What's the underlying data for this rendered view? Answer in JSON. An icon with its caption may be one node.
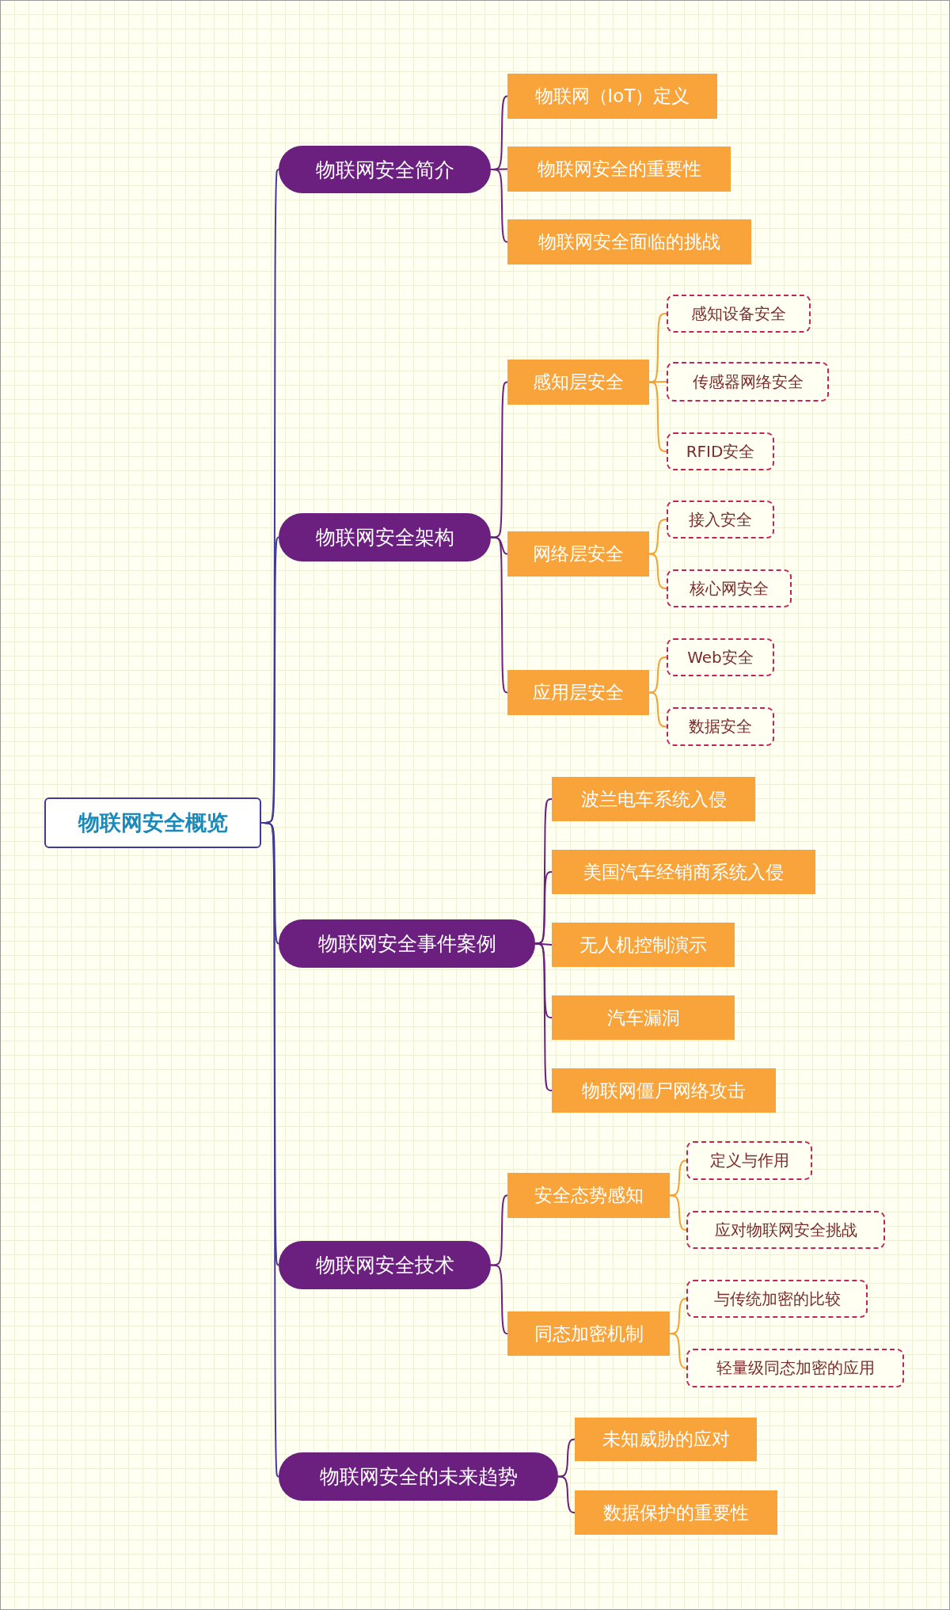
{
  "diagram": {
    "nodes": [
      {
        "text": [
          "物联网安全概览"
        ]
      },
      {
        "text": [
          "物联网安全简介"
        ]
      },
      {
        "text": [
          "物联网（IoT）定义"
        ]
      },
      {
        "text": [
          "物联网安全的重要性"
        ]
      },
      {
        "text": [
          "物联网安全面临的挑战"
        ]
      },
      {
        "text": [
          "物联网安全架构"
        ]
      },
      {
        "text": [
          "感知层安全"
        ]
      },
      {
        "text": [
          "感知设备安全"
        ]
      },
      {
        "text": [
          "传感器网络安全"
        ]
      },
      {
        "text": [
          "RFID安全"
        ]
      },
      {
        "text": [
          "网络层安全"
        ]
      },
      {
        "text": [
          "接入安全"
        ]
      },
      {
        "text": [
          "核心网安全"
        ]
      },
      {
        "text": [
          "应用层安全"
        ]
      },
      {
        "text": [
          "Web安全"
        ]
      },
      {
        "text": [
          "数据安全"
        ]
      },
      {
        "text": [
          "物联网安全事件案例"
        ]
      },
      {
        "text": [
          "波兰电车系统入侵"
        ]
      },
      {
        "text": [
          "美国汽车经销商系统入侵"
        ]
      },
      {
        "text": [
          "无人机控制演示"
        ]
      },
      {
        "text": [
          "汽车漏洞"
        ]
      },
      {
        "text": [
          "物联网僵尸网络攻击"
        ]
      },
      {
        "text": [
          "物联网安全技术"
        ]
      },
      {
        "text": [
          "安全态势感知"
        ]
      },
      {
        "text": [
          "定义与作用"
        ]
      },
      {
        "text": [
          "应对物联网安全挑战"
        ]
      },
      {
        "text": [
          "同态加密机制"
        ]
      },
      {
        "text": [
          "与传统加密的比较"
        ]
      },
      {
        "text": [
          "轻量级同态加密的应用"
        ]
      },
      {
        "text": [
          "物联网安全的未来趋势"
        ]
      },
      {
        "text": [
          "未知威胁的应对"
        ]
      },
      {
        "text": [
          "数据保护的重要性"
        ]
      }
    ],
    "edges": [
      {
        "from": 0,
        "to": 1,
        "arrow": "none",
        "color": "#3f3a95"
      },
      {
        "from": 0,
        "to": 5,
        "arrow": "none",
        "color": "#3f3a95"
      },
      {
        "from": 0,
        "to": 16,
        "arrow": "none",
        "color": "#3f3a95"
      },
      {
        "from": 0,
        "to": 22,
        "arrow": "none",
        "color": "#3f3a95"
      },
      {
        "from": 0,
        "to": 29,
        "arrow": "none",
        "color": "#3f3a95"
      },
      {
        "from": 1,
        "to": 2,
        "arrow": "none"
      },
      {
        "from": 1,
        "to": 3,
        "arrow": "none"
      },
      {
        "from": 1,
        "to": 4,
        "arrow": "none"
      },
      {
        "from": 5,
        "to": 6,
        "arrow": "none"
      },
      {
        "from": 5,
        "to": 10,
        "arrow": "none"
      },
      {
        "from": 5,
        "to": 13,
        "arrow": "none"
      },
      {
        "from": 6,
        "to": 7,
        "arrow": "none",
        "color": "#f5a030"
      },
      {
        "from": 6,
        "to": 8,
        "arrow": "none",
        "color": "#f5a030"
      },
      {
        "from": 6,
        "to": 9,
        "arrow": "none",
        "color": "#f5a030"
      },
      {
        "from": 10,
        "to": 11,
        "arrow": "none",
        "color": "#f5a030"
      },
      {
        "from": 10,
        "to": 12,
        "arrow": "none",
        "color": "#f5a030"
      },
      {
        "from": 13,
        "to": 14,
        "arrow": "none",
        "color": "#f5a030"
      },
      {
        "from": 13,
        "to": 15,
        "arrow": "none",
        "color": "#f5a030"
      },
      {
        "from": 16,
        "to": 17,
        "arrow": "none"
      },
      {
        "from": 16,
        "to": 18,
        "arrow": "none"
      },
      {
        "from": 16,
        "to": 19,
        "arrow": "none"
      },
      {
        "from": 16,
        "to": 20,
        "arrow": "none"
      },
      {
        "from": 16,
        "to": 21,
        "arrow": "none"
      },
      {
        "from": 22,
        "to": 23,
        "arrow": "none"
      },
      {
        "from": 22,
        "to": 26,
        "arrow": "none"
      },
      {
        "from": 23,
        "to": 24,
        "arrow": "none",
        "color": "#f5a030"
      },
      {
        "from": 23,
        "to": 25,
        "arrow": "none",
        "color": "#f5a030"
      },
      {
        "from": 26,
        "to": 27,
        "arrow": "none",
        "color": "#f5a030"
      },
      {
        "from": 26,
        "to": 28,
        "arrow": "none",
        "color": "#f5a030"
      },
      {
        "from": 29,
        "to": 30,
        "arrow": "none"
      },
      {
        "from": 29,
        "to": 31,
        "arrow": "none"
      }
    ]
  }
}
